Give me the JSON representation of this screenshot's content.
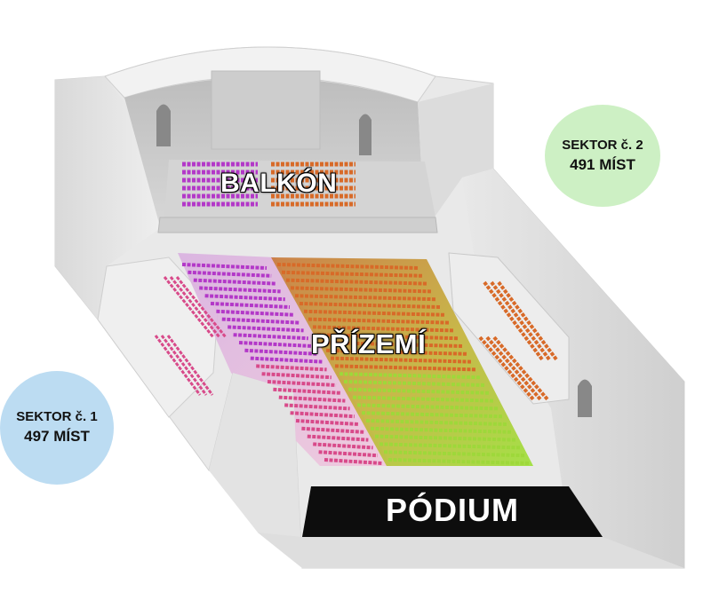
{
  "labels": {
    "balkon": "BALKÓN",
    "prizemi": "PŘÍZEMÍ",
    "podium": "PÓDIUM"
  },
  "sectors": [
    {
      "id": "1",
      "line1": "SEKTOR č. 1",
      "line2": "497 MÍST",
      "color": "#bcdcf2"
    },
    {
      "id": "2",
      "line1": "SEKTOR č. 2",
      "line2": "491 MÍST",
      "color": "#cdf0c4"
    }
  ],
  "colors": {
    "wall": "#e6e6e6",
    "wall_shade": "#c9c9c9",
    "floor": "#ececec",
    "podium": "#0d0d0d",
    "seat_purple": "#b338c8",
    "seat_orange": "#d86a28",
    "seat_pink": "#d84a8a",
    "seat_lime": "#9ed83a"
  }
}
